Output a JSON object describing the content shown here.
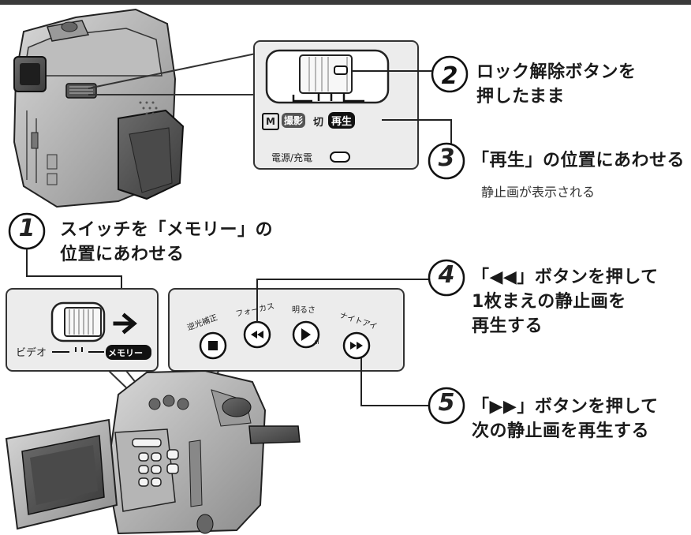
{
  "steps": [
    {
      "num": "1",
      "lines": [
        "スイッチを「メモリー」の",
        "位置にあわせる"
      ]
    },
    {
      "num": "2",
      "lines": [
        "ロック解除ボタンを",
        "押したまま"
      ]
    },
    {
      "num": "3",
      "lines": [
        "「再生」の位置にあわせる"
      ],
      "sub": "静止画が表示される"
    },
    {
      "num": "4",
      "lines": [
        "「◀◀」ボタンを押して",
        "1枚まえの静止画を",
        "再生する"
      ]
    },
    {
      "num": "5",
      "lines": [
        "「▶▶」ボタンを押して",
        "次の静止画を再生する"
      ]
    }
  ],
  "power_panel": {
    "mode_m": "M",
    "mode_shoot": "撮影",
    "mode_off": "切",
    "mode_play": "再生",
    "power_label": "電源/充電"
  },
  "mode_switch": {
    "left_label": "ビデオ",
    "right_label": "メモリー"
  },
  "buttons": [
    {
      "label": "逆光補正",
      "icon": "stop-icon"
    },
    {
      "label": "フォーカス",
      "icon": "rewind-icon"
    },
    {
      "label": "明るさ",
      "icon": "play-pause-icon"
    },
    {
      "label": "ナイトアイ",
      "icon": "fast-forward-icon"
    }
  ]
}
